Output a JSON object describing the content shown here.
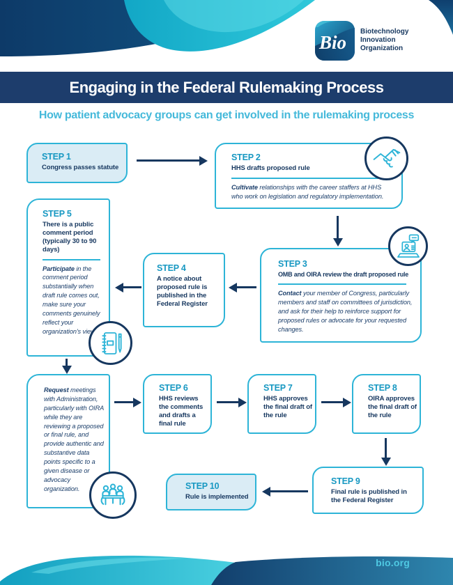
{
  "brand": {
    "logo_text": "Bio",
    "org_lines": [
      "Biotechnology",
      "Innovation",
      "Organization"
    ]
  },
  "banner": {
    "title": "Engaging in the Federal Rulemaking Process",
    "subtitle": "How patient advocacy groups can get involved in the rulemaking process"
  },
  "flow": {
    "step1": {
      "label": "STEP 1",
      "title": "Congress passes statute"
    },
    "step2": {
      "label": "STEP 2",
      "title": "HHS drafts proposed rule",
      "tip_lead": "Cultivate",
      "tip_rest": " relationships with the career staffers at HHS who work on legislation and regulatory implementation."
    },
    "step3": {
      "label": "STEP 3",
      "title": "OMB and OIRA review the draft proposed rule",
      "tip_lead": "Contact",
      "tip_rest": " your member of Congress, particularly members and staff on committees of jurisdiction, and ask for their help to reinforce support for proposed rules or advocate for your requested changes."
    },
    "step4": {
      "label": "STEP 4",
      "title": "A notice about proposed rule is published in the Federal Register"
    },
    "step5": {
      "label": "STEP 5",
      "title": "There is a public comment period (typically 30 to 90 days)",
      "tip_lead": "Participate",
      "tip_rest": " in the comment period substantially when draft rule comes out, make sure your comments genuinely reflect your organization's views."
    },
    "request_note": {
      "tip_lead": "Request",
      "tip_rest": " meetings with Administration, particularly with OIRA while they are reviewing a proposed or final rule, and provide authentic and substantive data points specific to a given disease or advocacy organization."
    },
    "step6": {
      "label": "STEP 6",
      "title": "HHS reviews the comments and drafts a final rule"
    },
    "step7": {
      "label": "STEP 7",
      "title": "HHS approves the final draft of the rule"
    },
    "step8": {
      "label": "STEP 8",
      "title": "OIRA approves the final draft of the rule"
    },
    "step9": {
      "label": "STEP 9",
      "title": "Final rule is published in the Federal Register"
    },
    "step10": {
      "label": "STEP 10",
      "title": "Rule is implemented"
    }
  },
  "icons": {
    "step2": "handshake-icon",
    "step3": "laptop-chat-icon",
    "step5": "notebook-icon",
    "request_note": "meeting-icon"
  },
  "footer": {
    "url": "bio.org"
  },
  "colors": {
    "banner_navy": "#1d3d6c",
    "text_navy": "#16375f",
    "step_label_teal": "#1798c2",
    "box_border_cyan": "#2db4d7",
    "box_light_fill": "#daecf5",
    "subtitle_teal": "#45b9da",
    "arrow_navy": "#16375f",
    "footer_url_teal": "#4fc9e3"
  }
}
